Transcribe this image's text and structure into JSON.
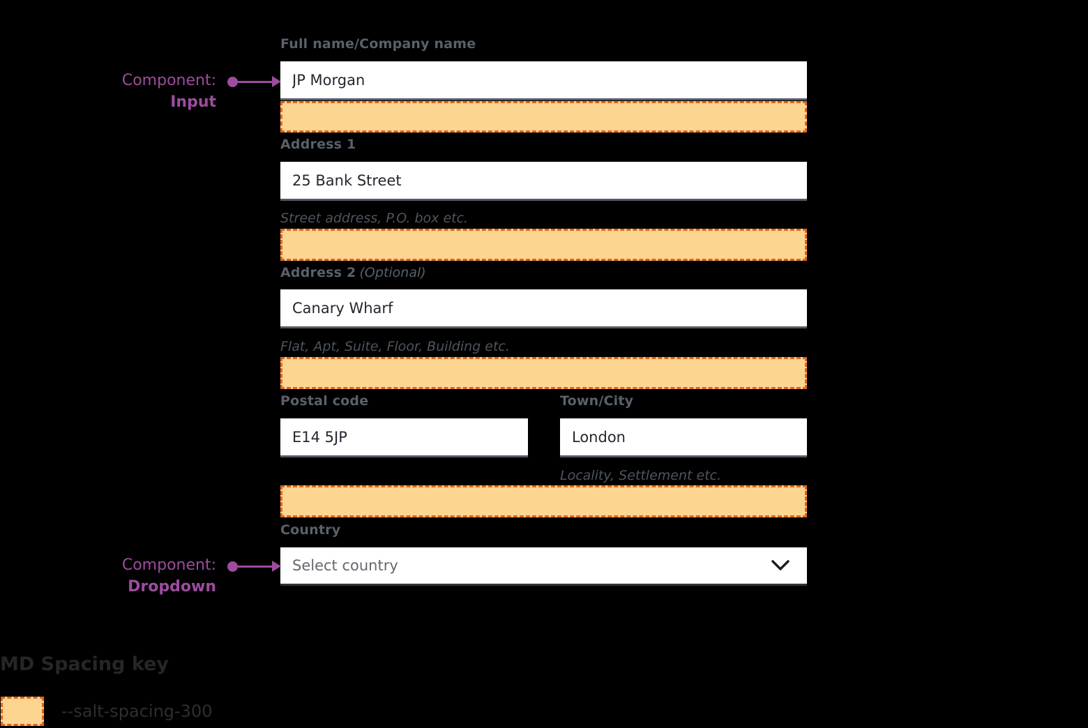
{
  "annotations": {
    "input": {
      "prefix": "Component:",
      "name": "Input"
    },
    "dropdown": {
      "prefix": "Component:",
      "name": "Dropdown"
    }
  },
  "form": {
    "full_name": {
      "label": "Full name/Company name",
      "value": "JP Morgan"
    },
    "address1": {
      "label": "Address 1",
      "value": "25 Bank Street",
      "helper": "Street address, P.O. box etc."
    },
    "address2": {
      "label": "Address 2",
      "optional": "(Optional)",
      "value": "Canary Wharf",
      "helper": "Flat, Apt, Suite, Floor, Building etc."
    },
    "postal": {
      "label": "Postal code",
      "value": "E14 5JP"
    },
    "city": {
      "label": "Town/City",
      "value": "London",
      "helper": "Locality, Settlement etc."
    },
    "country": {
      "label": "Country",
      "placeholder": "Select country"
    }
  },
  "key": {
    "title": "MD Spacing key",
    "token": "--salt-spacing-300"
  },
  "colors": {
    "background": "#000000",
    "spacing_fill": "#FCD591",
    "spacing_border": "#E0661A",
    "annotation_purple": "#9D4C9E",
    "label_gray": "#59616C",
    "input_text": "#24272E"
  }
}
